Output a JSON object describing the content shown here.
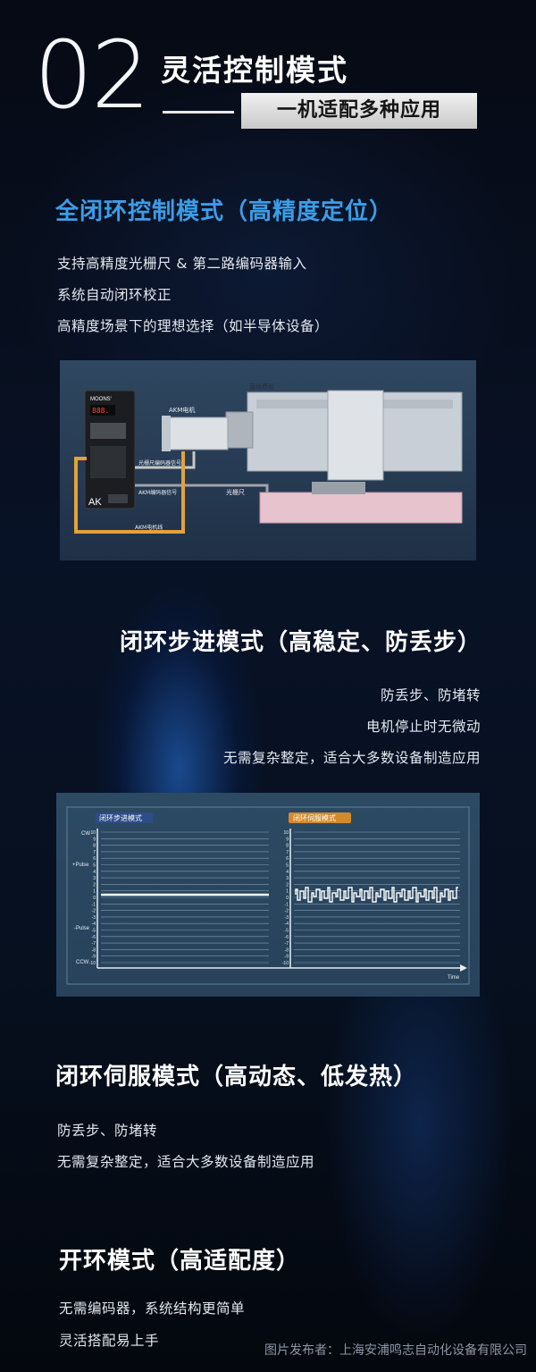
{
  "header": {
    "number": "02",
    "title": "灵活控制模式",
    "subtitle": "一机适配多种应用"
  },
  "sections": [
    {
      "title": "全闭环控制模式（高精度定位）",
      "lines": [
        "支持高精度光栅尺 & 第二路编码器输入",
        "系统自动闭环校正",
        "高精度场景下的理想选择（如半导体设备）"
      ]
    },
    {
      "title": "闭环步进模式（高稳定、防丢步）",
      "lines": [
        "防丢步、防堵转",
        "电机停止时无微动",
        "无需复杂整定，适合大多数设备制造应用"
      ]
    },
    {
      "title": "闭环伺服模式（高动态、低发热）",
      "lines": [
        "防丢步、防堵转",
        "无需复杂整定，适合大多数设备制造应用"
      ]
    },
    {
      "title": "开环模式（高适配度）",
      "lines": [
        "无需编码器，系统结构更简单",
        "灵活搭配易上手"
      ]
    }
  ],
  "diagram": {
    "brand": "MOONS'",
    "display": "888.",
    "drive_label": "AK",
    "motor": "AKM电机",
    "module": "直线模组",
    "scale": "光栅尺",
    "signal_scale": "光栅尺编码器信号",
    "signal_encoder": "AKM编码器信号",
    "motor_cable": "AKM电机线"
  },
  "waveform": {
    "left_tag": "闭环步进模式",
    "right_tag": "闭环伺服模式",
    "cw": "CW",
    "ccw": "CCW",
    "pulse_pos": "+Pulse",
    "pulse_neg": "-Pulse",
    "time": "Time",
    "ticks": [
      "10",
      "9",
      "8",
      "7",
      "6",
      "5",
      "4",
      "3",
      "2",
      "1",
      "0",
      "-1",
      "-2",
      "-3",
      "-4",
      "-5",
      "-6",
      "-7",
      "-8",
      "-9",
      "-10"
    ],
    "colors": {
      "left_tag": "#2c4d86",
      "right_tag": "#d4892f"
    }
  },
  "footer": {
    "credit": "图片发布者：上海安浦鸣志自动化设备有限公司"
  }
}
